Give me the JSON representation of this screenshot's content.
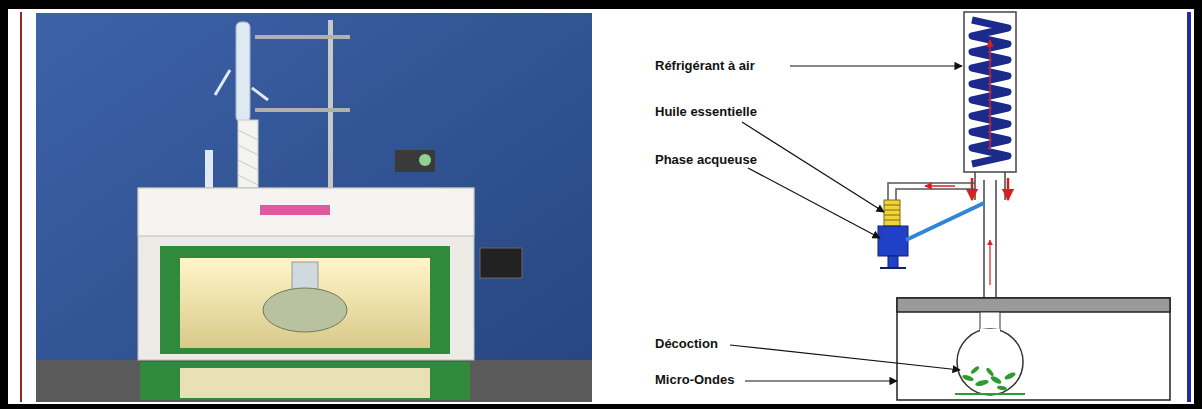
{
  "diagram": {
    "labels": [
      "Réfrigérant à air",
      "Huile essentielle",
      "Phase acqueuse",
      "Décoction",
      "Micro-Ondes"
    ]
  }
}
